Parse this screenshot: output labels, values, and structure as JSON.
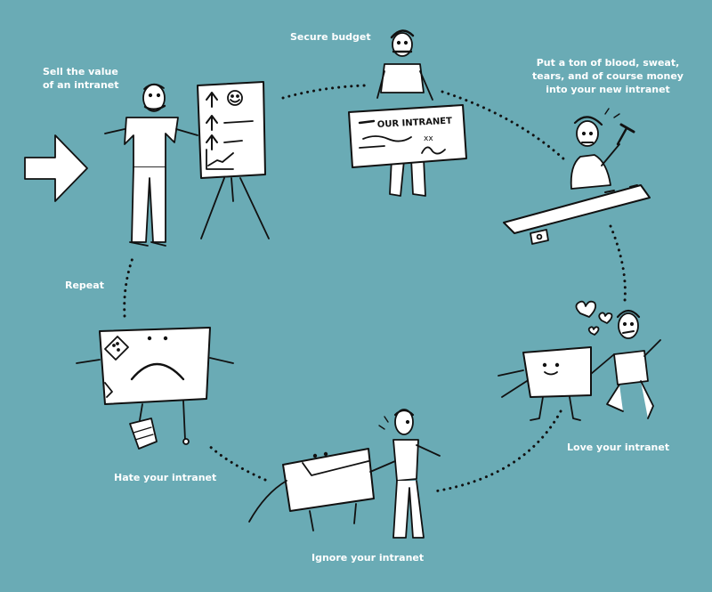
{
  "colors": {
    "background": "#6AABB5",
    "ink": "#111111",
    "paper": "#FFFFFF"
  },
  "stages": [
    {
      "id": "sell",
      "label": "Sell the value\nof an intranet"
    },
    {
      "id": "budget",
      "label": "Secure budget"
    },
    {
      "id": "build",
      "label": "Put a ton of blood, sweat,\ntears, and of course money\ninto your new intranet"
    },
    {
      "id": "love",
      "label": "Love your intranet"
    },
    {
      "id": "ignore",
      "label": "Ignore your intranet"
    },
    {
      "id": "hate",
      "label": "Hate your intranet"
    },
    {
      "id": "repeat",
      "label": "Repeat"
    }
  ],
  "check": {
    "title": "OUR INTRANET",
    "amount_mark": "xx"
  },
  "icons": [
    "start-arrow-icon",
    "smiley-icon",
    "up-arrow-icon",
    "trend-line-icon",
    "heart-icon",
    "bandage-icon",
    "cash-icon",
    "hammer-icon"
  ]
}
